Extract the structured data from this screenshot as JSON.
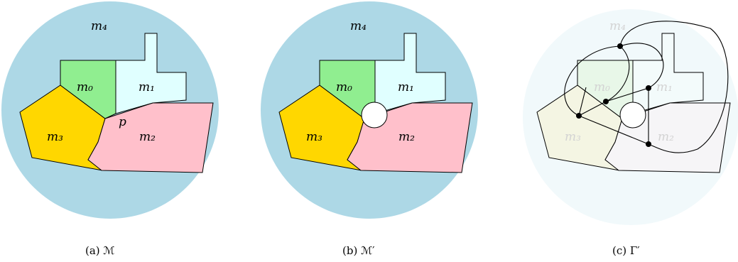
{
  "panels": [
    {
      "id": "a",
      "caption": "(a) ℳ",
      "labels": {
        "m4": "m₄",
        "m0": "m₀",
        "m1": "m₁",
        "m2": "m₂",
        "m3": "m₃",
        "p": "p"
      }
    },
    {
      "id": "b",
      "caption": "(b) ℳ′",
      "labels": {
        "m4": "m₄",
        "m0": "m₀",
        "m1": "m₁",
        "m2": "m₂",
        "m3": "m₃"
      }
    },
    {
      "id": "c",
      "caption": "(c) Γ′",
      "labels": {
        "m4": "m₄",
        "m0": "m₀",
        "m1": "m₁",
        "m2": "m₂",
        "m3": "m₃"
      }
    }
  ],
  "colors": {
    "m4": "#add8e6",
    "m0": "#90ee90",
    "m1": "#e0ffff",
    "m2": "#ffc0cb",
    "m3": "#ffd700",
    "hole": "#ffffff",
    "faded_m4": "#f1f9fb",
    "faded_m0": "#e8f7e8",
    "faded_m1": "#f3fbfb",
    "faded_m2": "#f6f5f7",
    "faded_m3": "#f4f5e3"
  }
}
